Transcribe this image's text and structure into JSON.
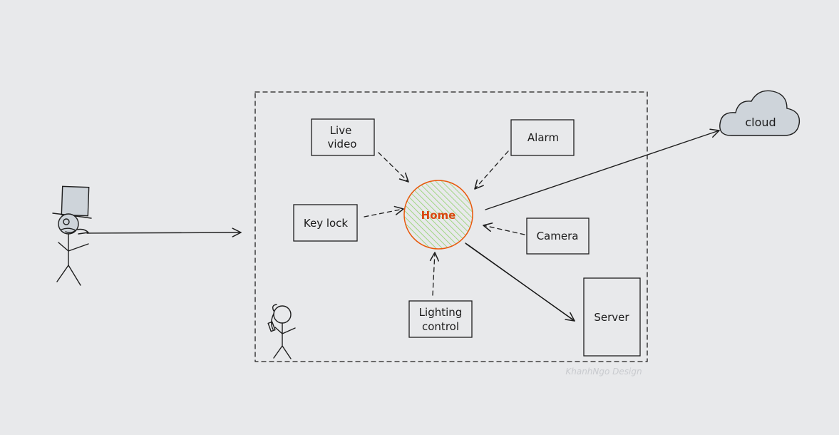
{
  "diagram": {
    "nodes": {
      "home": "Home",
      "live_video": [
        "Live",
        "video"
      ],
      "alarm": "Alarm",
      "key_lock": "Key lock",
      "camera": "Camera",
      "lighting_control": [
        "Lighting",
        "control"
      ],
      "server": "Server",
      "cloud": "cloud"
    },
    "watermark": "KhanhNgo Design",
    "colors": {
      "background": "#e8e9eb",
      "ink": "#1e1e1e",
      "home_stroke": "#e8590c",
      "home_text": "#d9480f",
      "home_hatch": "#8fd16a",
      "cloud_fill": "#ced4da",
      "hat_fill": "#ced4da"
    }
  }
}
